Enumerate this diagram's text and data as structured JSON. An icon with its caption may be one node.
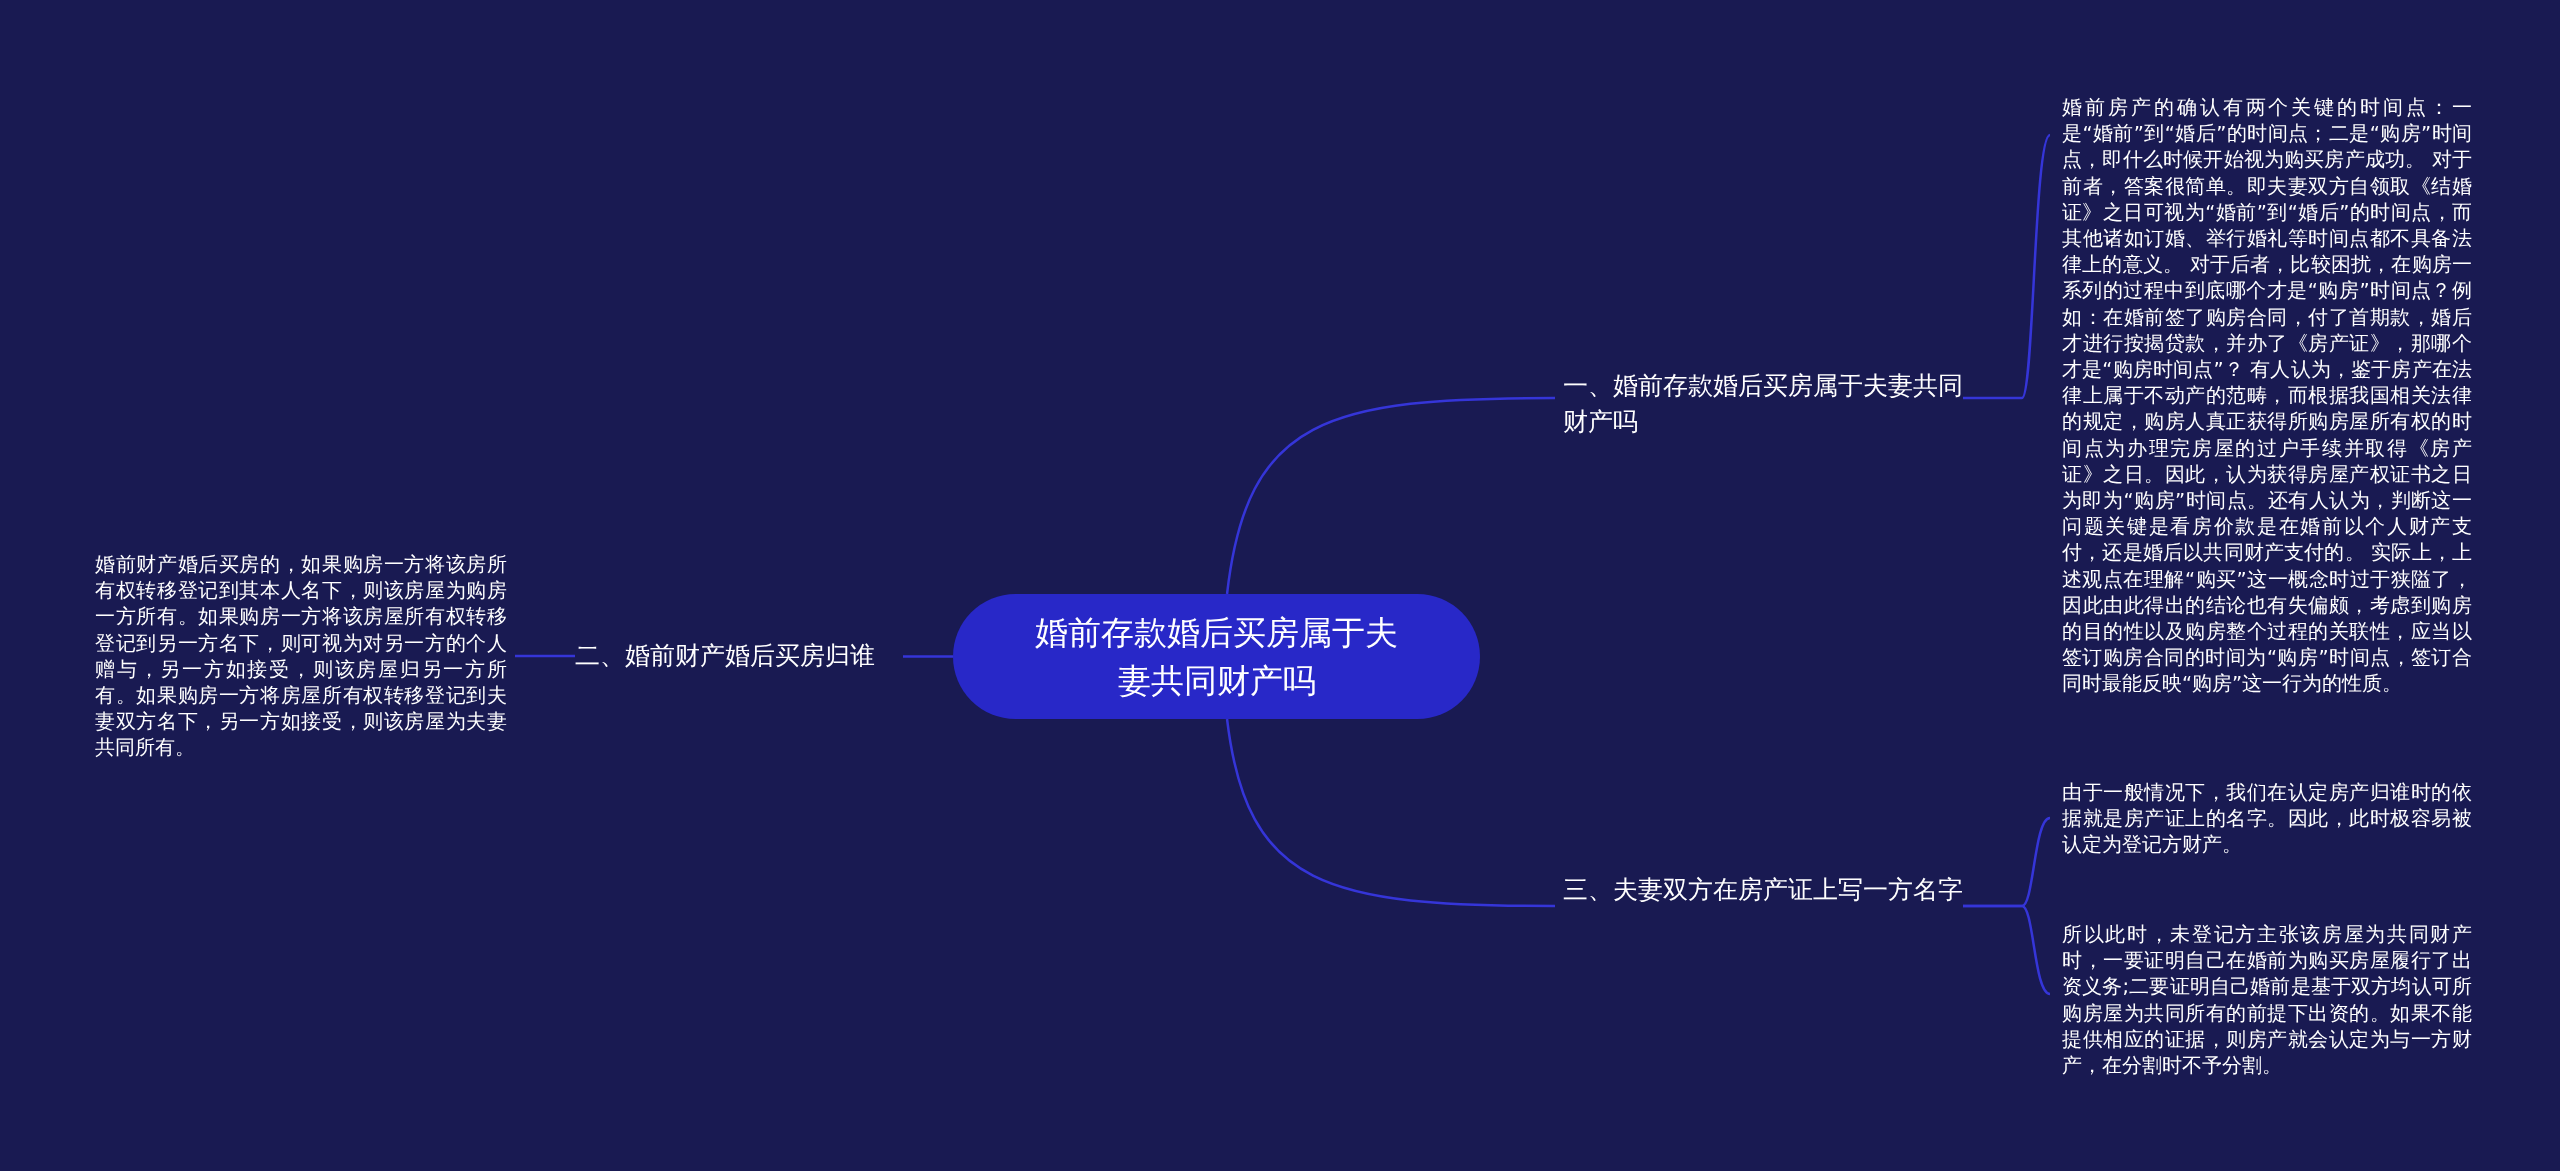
{
  "diagram": {
    "nodes": [
      {
        "text": [
          "婚前存款婚后买房属于夫妻共同财产吗"
        ]
      },
      {
        "text": [
          "一、婚前存款婚后买房属于夫妻共同财产吗"
        ]
      },
      {
        "text": [
          "婚前房产的确认有两个关键的时间点：一是“婚前”到“婚后”的时间点；二是“购房”时间点，即什么时候开始视为购买房产成功。 对于前者，答案很简单。即夫妻双方自领取《结婚证》之日可视为“婚前”到“婚后”的时间点，而其他诸如订婚、举行婚礼等时间点都不具备法律上的意义。 对于后者，比较困扰，在购房一系列的过程中到底哪个才是“购房”时间点？例如：在婚前签了购房合同，付了首期款，婚后才进行按揭贷款，并办了《房产证》，那哪个才是“购房时间点”？ 有人认为，鉴于房产在法律上属于不动产的范畴，而根据我国相关法律的规定，购房人真正获得所购房屋所有权的时间点为办理完房屋的过户手续并取得《房产证》之日。因此，认为获得房屋产权证书之日为即为“购房”时间点。还有人认为，判断这一问题关键是看房价款是在婚前以个人财产支付，还是婚后以共同财产支付的。 实际上，上述观点在理解“购买”这一概念时过于狭隘了，因此由此得出的结论也有失偏颇，考虑到购房的目的性以及购房整个过程的关联性，应当以签订购房合同的时间为“购房”时间点，签订合同时最能反映“购房”这一行为的性质。"
        ]
      },
      {
        "text": [
          "二、婚前财产婚后买房归谁"
        ]
      },
      {
        "text": [
          "婚前财产婚后买房的，如果购房一方将该房所有权转移登记到其本人名下，则该房屋为购房一方所有。如果购房一方将该房屋所有权转移登记到另一方名下，则可视为对另一方的个人赠与，另一方如接受，则该房屋归另一方所有。如果购房一方将房屋所有权转移登记到夫妻双方名下，另一方如接受，则该房屋为夫妻共同所有。"
        ]
      },
      {
        "text": [
          "三、夫妻双方在房产证上写一方名字"
        ]
      },
      {
        "text": [
          "由于一般情况下，我们在认定房产归谁时的依据就是房产证上的名字。因此，此时极容易被认定为登记方财产。"
        ]
      },
      {
        "text": [
          "所以此时，未登记方主张该房屋为共同财产时，一要证明自己在婚前为购买房屋履行了出资义务;二要证明自己婚前是基于双方均认可所购房屋为共同所有的前提下出资的。如果不能提供相应的证据，则房产就会认定为与一方财产，在分割时不予分割。"
        ]
      }
    ],
    "edges": [
      {
        "from": 0,
        "to": 1,
        "arrow": "none"
      },
      {
        "from": 1,
        "to": 2,
        "arrow": "none"
      },
      {
        "from": 0,
        "to": 3,
        "arrow": "none"
      },
      {
        "from": 3,
        "to": 4,
        "arrow": "none"
      },
      {
        "from": 0,
        "to": 5,
        "arrow": "none"
      },
      {
        "from": 5,
        "to": 6,
        "arrow": "none"
      },
      {
        "from": 5,
        "to": 7,
        "arrow": "none"
      }
    ]
  }
}
